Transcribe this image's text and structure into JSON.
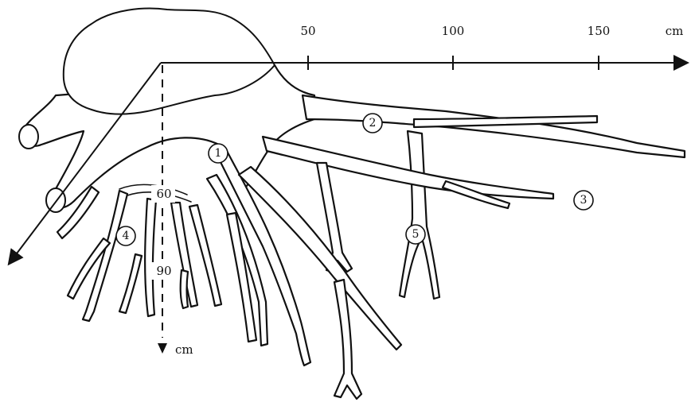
{
  "axes": {
    "horizontal": {
      "ticks": [
        "50",
        "100",
        "150"
      ],
      "unit": "cm"
    },
    "vertical": {
      "ticks": [
        "60",
        "90"
      ],
      "unit": "cm"
    }
  },
  "callouts": [
    "1",
    "2",
    "3",
    "4",
    "5"
  ]
}
